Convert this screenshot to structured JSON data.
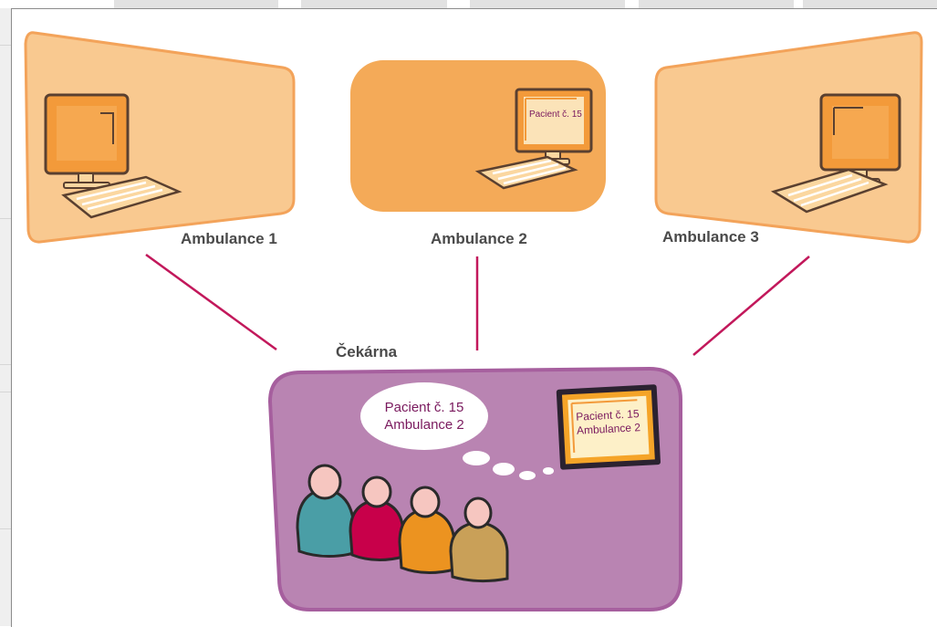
{
  "ambulances": [
    {
      "label": "Ambulance 1",
      "screen_text": ""
    },
    {
      "label": "Ambulance 2",
      "screen_text": "Pacient č. 15"
    },
    {
      "label": "Ambulance 3",
      "screen_text": ""
    }
  ],
  "waiting_room": {
    "label": "Čekárna",
    "bubble_line1": "Pacient č. 15",
    "bubble_line2": "Ambulance 2",
    "display_line1": "Pacient č. 15",
    "display_line2": "Ambulance 2"
  },
  "people_colors": [
    "#4a9ea6",
    "#c8004a",
    "#ec9320",
    "#c9a058"
  ],
  "colors": {
    "room_light": "#f9c990",
    "room_active": "#f4aa58",
    "waiting_fill": "#b984b2",
    "waiting_border": "#a65f9e",
    "connector": "#c2185b",
    "text_purple": "#7a1a5e"
  }
}
